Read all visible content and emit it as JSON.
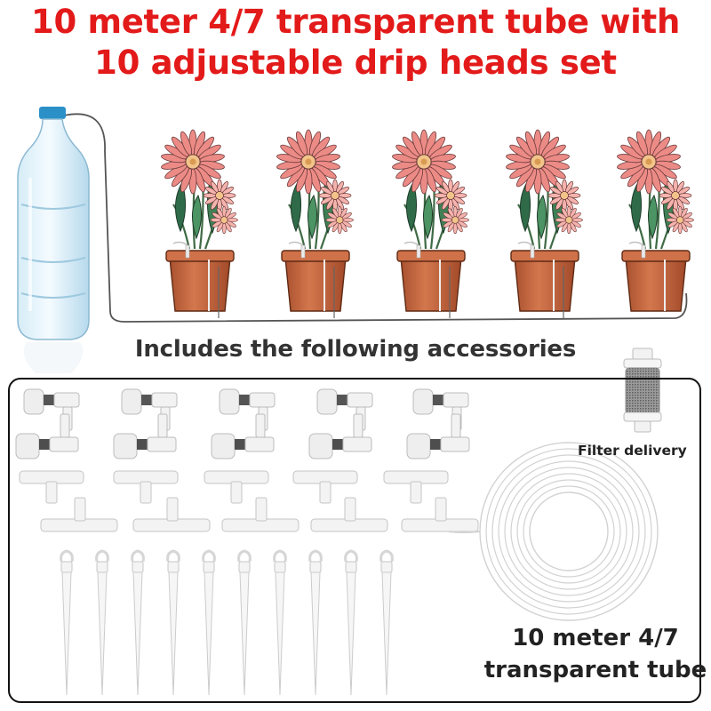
{
  "headline": {
    "line1": "10 meter 4/7 transparent tube with",
    "line2": "10 adjustable drip heads set"
  },
  "subheading": "Includes the following accessories",
  "filter_label": "Filter delivery",
  "tube_label": {
    "line1": "10 meter 4/7",
    "line2": "transparent tube"
  },
  "colors": {
    "headline": "#e31a1a",
    "pot": "#c86a44",
    "petal": "#ec8b86",
    "frame": "#111111"
  }
}
